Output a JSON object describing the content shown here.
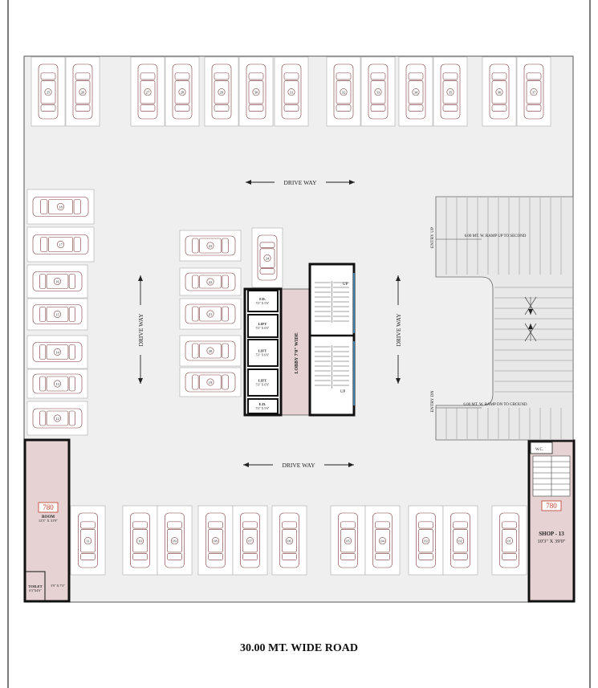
{
  "plan": {
    "road_label": "30.00 MT. WIDE ROAD",
    "drive_way": "DRIVE WAY",
    "entry_up": "ENTRY UP",
    "entry_dn": "ENTRY DN",
    "ramp_up": "6.00 MT. W. RAMP UP TO SECOND",
    "ramp_dn": "6.00 MT. W. RAMP DN TO GROUND",
    "lobby": "LOBBY 7'0\" WIDE",
    "stair_up": "UP",
    "core": [
      {
        "title": "F.D.",
        "size": "5'3\" X 5'6\""
      },
      {
        "title": "LIFT",
        "size": "5'3\" X 6'6\""
      },
      {
        "title": "LIFT",
        "size": "5'3\" X 6'6\""
      },
      {
        "title": "LIFT",
        "size": "5'3\" X 6'6\""
      },
      {
        "title": "E.D.",
        "size": "5'3\" X 5'6\""
      }
    ],
    "room": {
      "tag": "780",
      "name": "ROOM",
      "size": "12'3\" X 31'9\""
    },
    "toilet": {
      "name": "TOILET",
      "size": "6'3\"X4'6\"",
      "passage": "3'9\" X 7'3\""
    },
    "shop": {
      "tag": "780",
      "name": "SHOP - 13",
      "size": "10'3\" X 39'0\""
    },
    "wc": "W.C."
  },
  "parking": {
    "top": [
      "25",
      "26",
      "27",
      "28",
      "29",
      "30",
      "31",
      "32",
      "33",
      "34",
      "35",
      "36",
      "37"
    ],
    "left": [
      "18",
      "17",
      "16",
      "15",
      "14",
      "13",
      "12"
    ],
    "center": [
      "23",
      "22",
      "21",
      "20",
      "19"
    ],
    "center_vertical": "24",
    "bottom": [
      "11",
      "10",
      "09",
      "08",
      "07",
      "06",
      "05",
      "04",
      "03",
      "02",
      "01"
    ]
  }
}
